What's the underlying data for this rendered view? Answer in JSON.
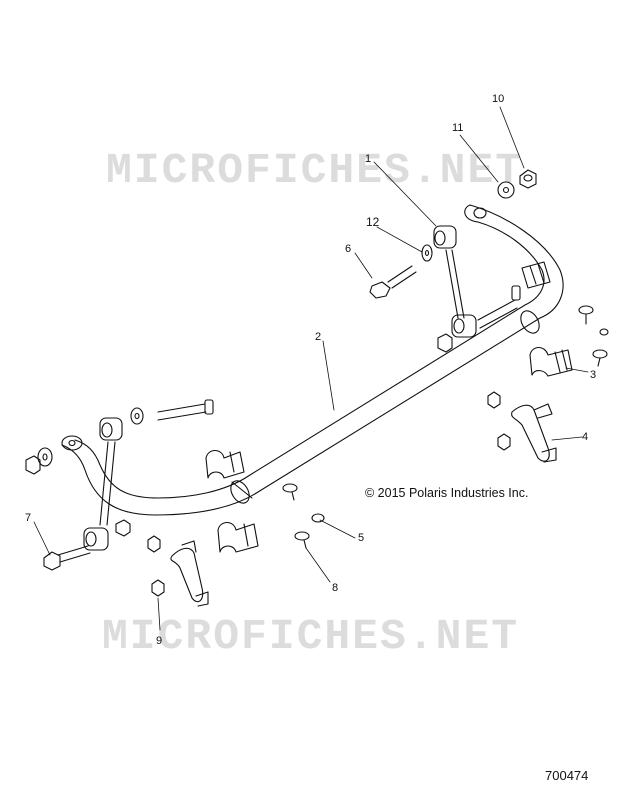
{
  "watermark": "MICROFICHES.NET",
  "copyright": "© 2015 Polaris Industries Inc.",
  "document_number": "700474",
  "callouts": [
    "1",
    "2",
    "3",
    "4",
    "5",
    "6",
    "7",
    "8",
    "9",
    "10",
    "11",
    "12"
  ]
}
